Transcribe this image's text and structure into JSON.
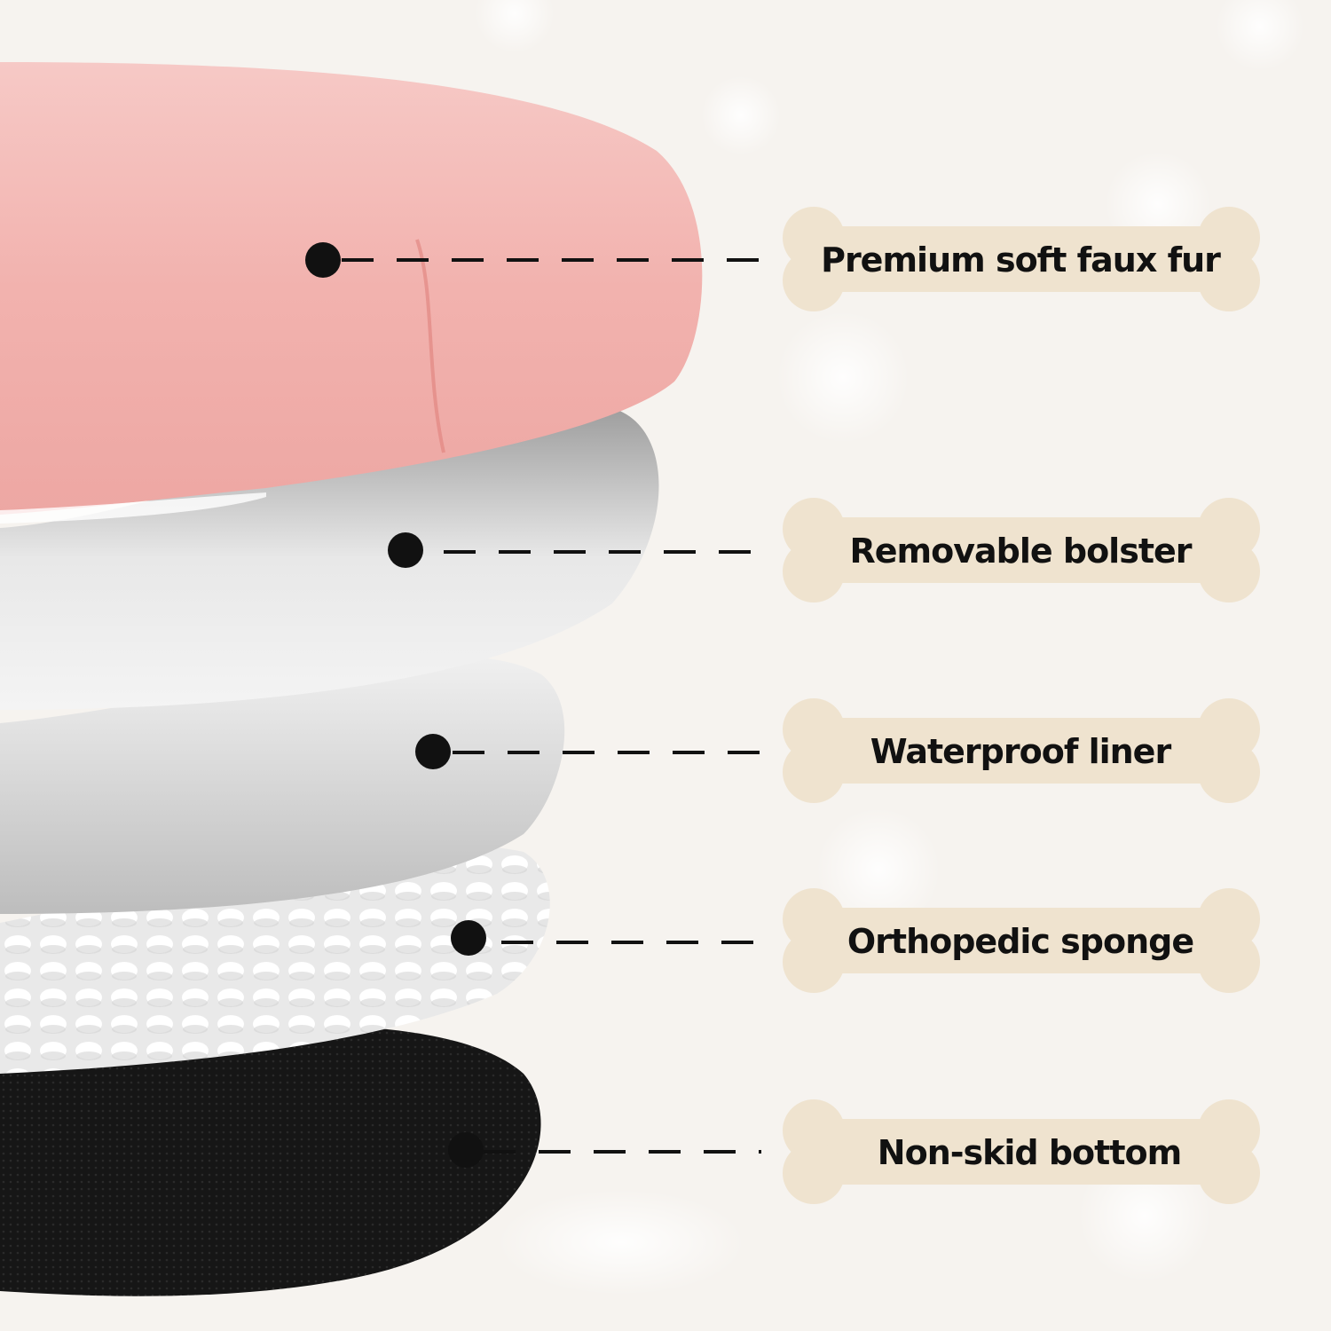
{
  "colors": {
    "background": "#f6f3ef",
    "bone": "#efe3cf",
    "fur": "#f2b5b2",
    "bolster": "#d6d6d6",
    "liner": "#cfcfcf",
    "sponge": "#f2f2f2",
    "bottom": "#141414"
  },
  "layers": [
    {
      "label": "Premium soft faux fur"
    },
    {
      "label": "Removable bolster"
    },
    {
      "label": "Waterproof liner"
    },
    {
      "label": "Orthopedic sponge"
    },
    {
      "label": "Non-skid bottom"
    }
  ]
}
